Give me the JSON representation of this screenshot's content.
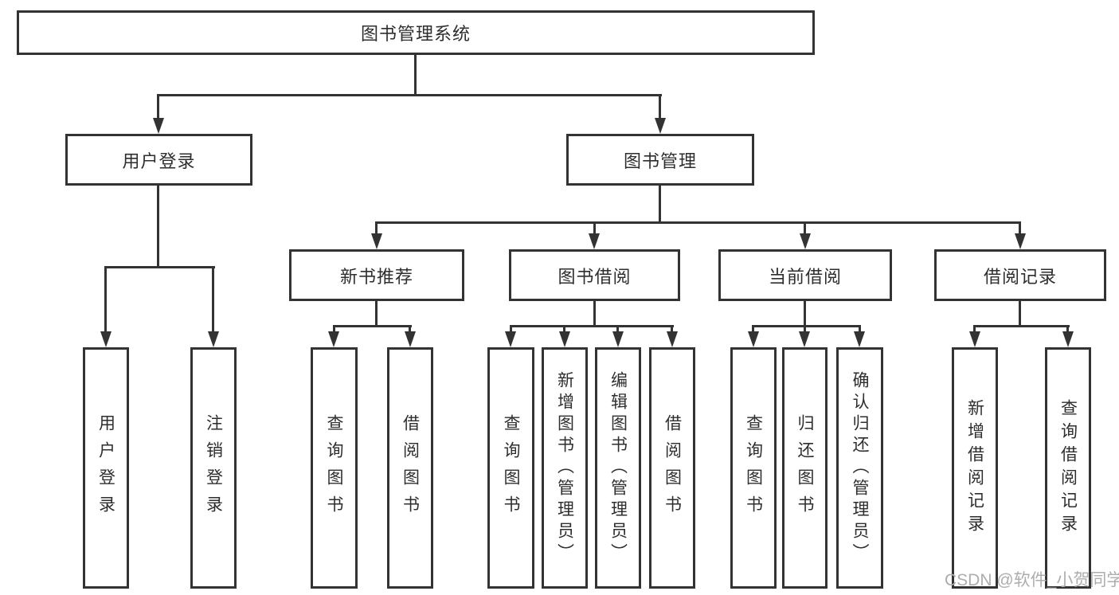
{
  "colors": {
    "line": "#333333",
    "text": "#2e2e2e",
    "box-bg": "#ffffff",
    "watermark": "#adadad"
  },
  "watermark": {
    "text": "CSDN @软件_小贺同学"
  },
  "tree": {
    "root": {
      "label": "图书管理系统"
    },
    "branches": [
      {
        "label": "用户登录",
        "children": [
          {
            "label": "用户登录"
          },
          {
            "label": "注销登录"
          }
        ]
      },
      {
        "label": "图书管理",
        "children": [
          {
            "label": "新书推荐",
            "children": [
              {
                "label": "查询图书"
              },
              {
                "label": "借阅图书"
              }
            ]
          },
          {
            "label": "图书借阅",
            "children": [
              {
                "label": "查询图书"
              },
              {
                "label": "新增图书（管理员）"
              },
              {
                "label": "编辑图书（管理员）"
              },
              {
                "label": "借阅图书"
              }
            ]
          },
          {
            "label": "当前借阅",
            "children": [
              {
                "label": "查询图书"
              },
              {
                "label": "归还图书"
              },
              {
                "label": "确认归还（管理员）"
              }
            ]
          },
          {
            "label": "借阅记录",
            "children": [
              {
                "label": "新增借阅记录"
              },
              {
                "label": "查询借阅记录"
              }
            ]
          }
        ]
      }
    ]
  }
}
